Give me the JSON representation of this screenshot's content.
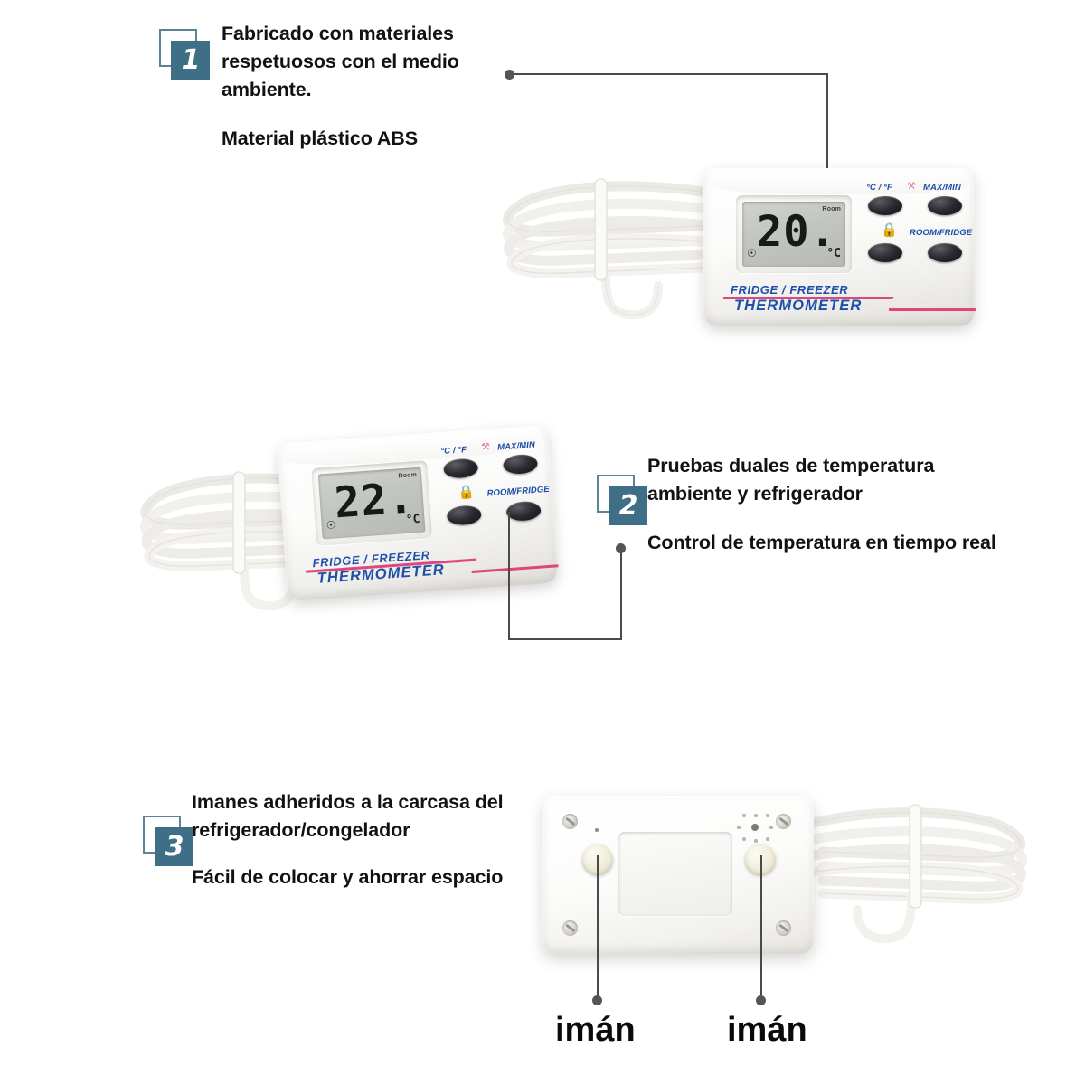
{
  "page": {
    "title": "Fridge / Freezer Thermometer — Product Features",
    "background": "#ffffff",
    "badge_color": "#3f6f87",
    "badge_outline_color": "#5c8397",
    "leader_color": "#4a4a4a",
    "brand_blue": "#1d50aa",
    "accent_pink": "#e0457c"
  },
  "features": [
    {
      "number": "1",
      "line_main": "Fabricado con materiales respetuosos con el medio ambiente.",
      "line_sub": "Material plástico ABS"
    },
    {
      "number": "2",
      "line_main": "Pruebas duales de temperatura ambiente y refrigerador",
      "line_sub": "Control de temperatura en tiempo real"
    },
    {
      "number": "3",
      "line_main": "Imanes adheridos a la carcasa del refrigerador/congelador",
      "line_sub": "Fácil de colocar y ahorrar espacio"
    }
  ],
  "device": {
    "brand_line1": "FRIDGE / FREEZER",
    "brand_line2": "THERMOMETER",
    "buttons": [
      {
        "label": "°C / °F",
        "name": "unit-toggle"
      },
      {
        "label": "MAX/MIN",
        "name": "max-min"
      },
      {
        "label": "ROOM/FRIDGE",
        "name": "room-fridge"
      }
    ],
    "alarm_icon": "⌂",
    "lock_icon": "🔒"
  },
  "display_unit_1": {
    "value": "20.",
    "mode_label": "Room",
    "unit_label": "°C",
    "bell_icon": "bell"
  },
  "display_unit_2": {
    "value": "22.",
    "mode_label": "Room",
    "unit_label": "°C",
    "bell_icon": "bell"
  },
  "magnet_callouts": [
    {
      "label": "imán"
    },
    {
      "label": "imán"
    }
  ]
}
